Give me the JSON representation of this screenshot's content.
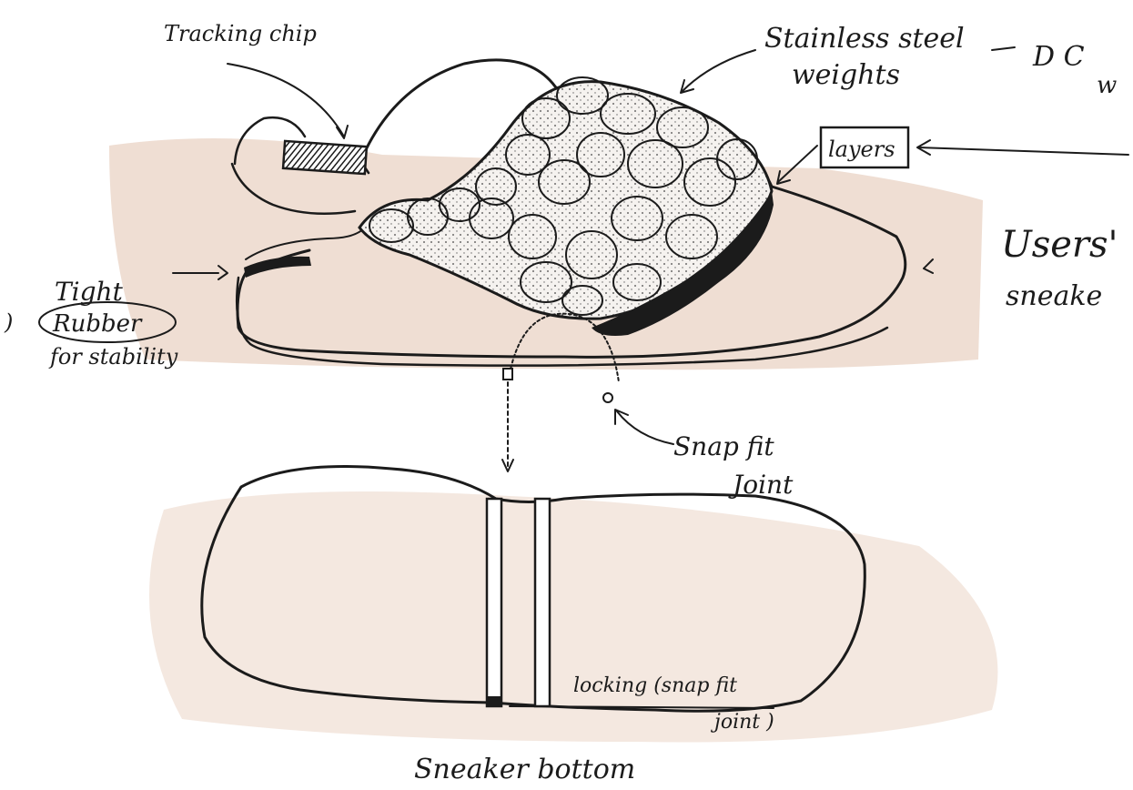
{
  "labels": {
    "tracking_chip": "Tracking chip",
    "stainless_line1": "Stainless steel",
    "stainless_line2": "weights",
    "cutoff_line1": "D C",
    "cutoff_line2": "w",
    "layers": "layers",
    "users_line1": "Users'",
    "users_line2": "sneake",
    "tight_line1": "Tight",
    "tight_rubber": "Rubber",
    "tight_line3": "for stability",
    "tight_prefix": ")",
    "snap_line1": "Snap fit",
    "snap_line2": "Joint",
    "locking_line1": "locking (snap fit",
    "locking_line2": "joint )",
    "bottom_caption": "Sneaker bottom"
  },
  "colors": {
    "ink": "#1b1b1b",
    "wash": "#e9d3c4",
    "wash_light": "#f3e6dc",
    "paper": "#ffffff",
    "weight_fill": "#f5f2ef"
  }
}
